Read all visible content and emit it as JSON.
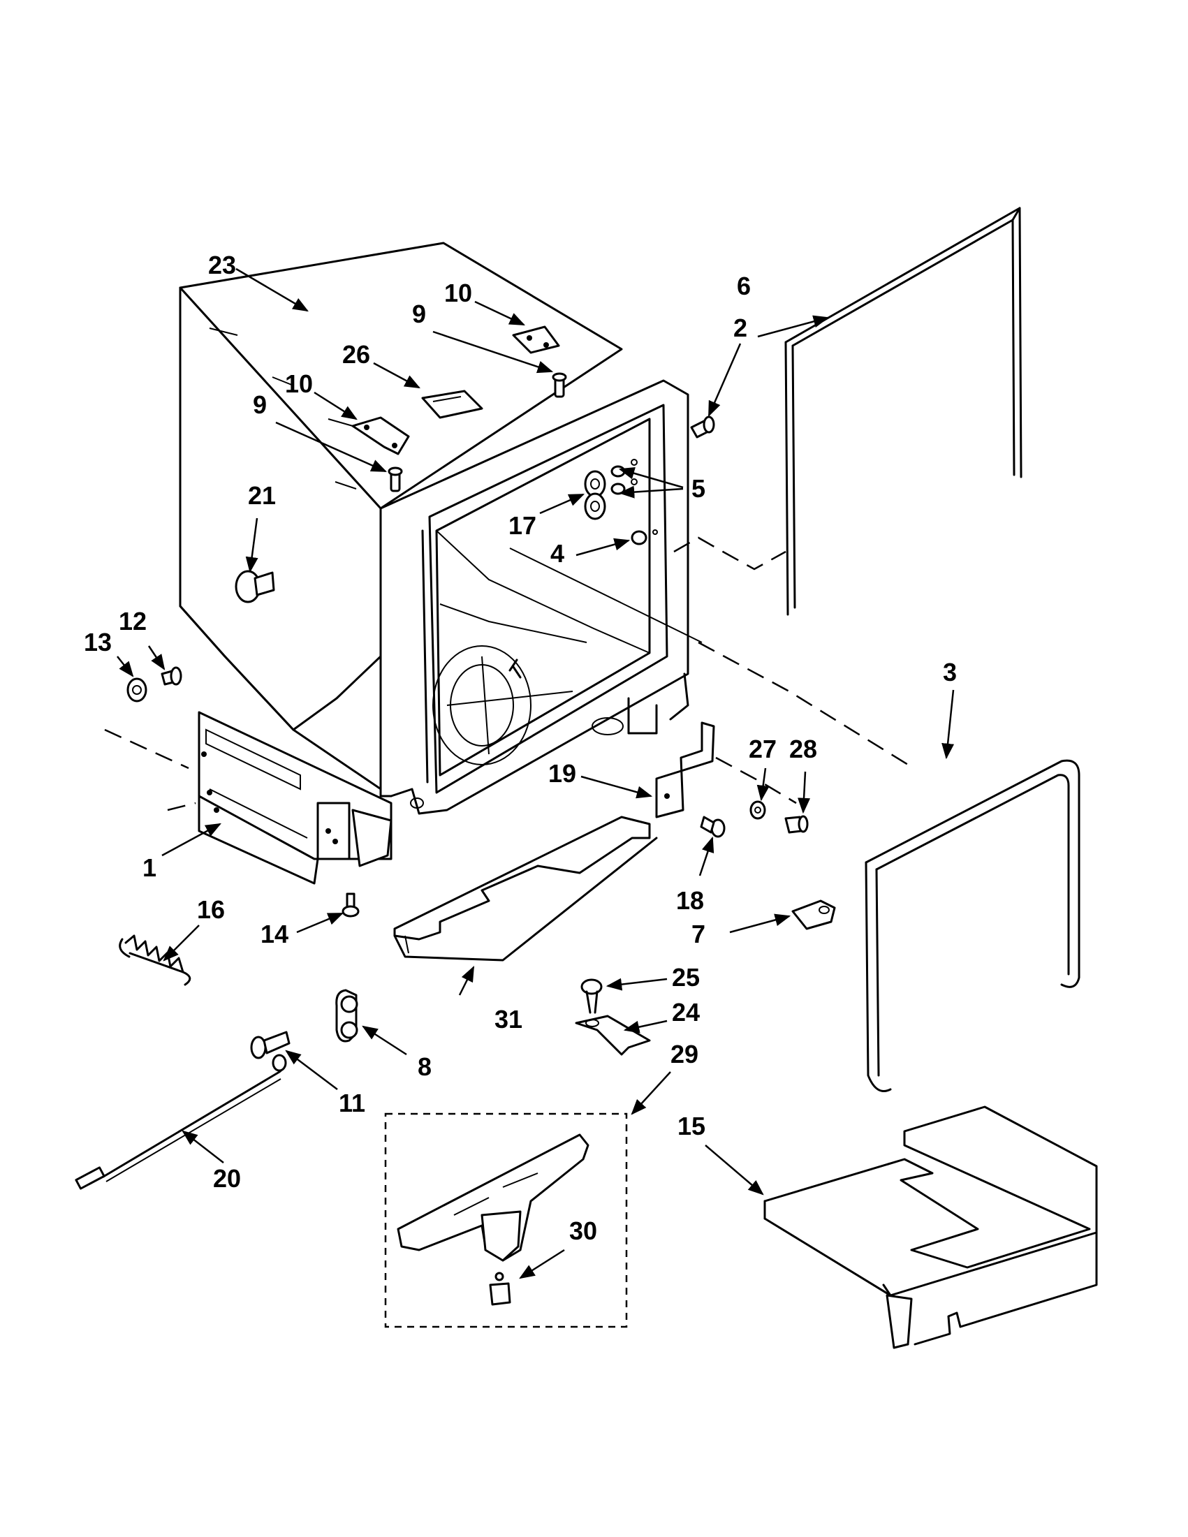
{
  "callouts": [
    {
      "id": "1",
      "text": "1"
    },
    {
      "id": "2",
      "text": "2"
    },
    {
      "id": "3",
      "text": "3"
    },
    {
      "id": "4",
      "text": "4"
    },
    {
      "id": "5",
      "text": "5"
    },
    {
      "id": "6",
      "text": "6"
    },
    {
      "id": "7",
      "text": "7"
    },
    {
      "id": "8",
      "text": "8"
    },
    {
      "id": "9a",
      "text": "9"
    },
    {
      "id": "9b",
      "text": "9"
    },
    {
      "id": "10a",
      "text": "10"
    },
    {
      "id": "10b",
      "text": "10"
    },
    {
      "id": "11",
      "text": "11"
    },
    {
      "id": "12",
      "text": "12"
    },
    {
      "id": "13",
      "text": "13"
    },
    {
      "id": "14",
      "text": "14"
    },
    {
      "id": "15",
      "text": "15"
    },
    {
      "id": "16",
      "text": "16"
    },
    {
      "id": "17",
      "text": "17"
    },
    {
      "id": "18",
      "text": "18"
    },
    {
      "id": "19",
      "text": "19"
    },
    {
      "id": "20",
      "text": "20"
    },
    {
      "id": "21",
      "text": "21"
    },
    {
      "id": "23",
      "text": "23"
    },
    {
      "id": "24",
      "text": "24"
    },
    {
      "id": "25",
      "text": "25"
    },
    {
      "id": "26",
      "text": "26"
    },
    {
      "id": "27",
      "text": "27"
    },
    {
      "id": "28",
      "text": "28"
    },
    {
      "id": "29",
      "text": "29"
    },
    {
      "id": "30",
      "text": "30"
    },
    {
      "id": "31",
      "text": "31"
    }
  ]
}
